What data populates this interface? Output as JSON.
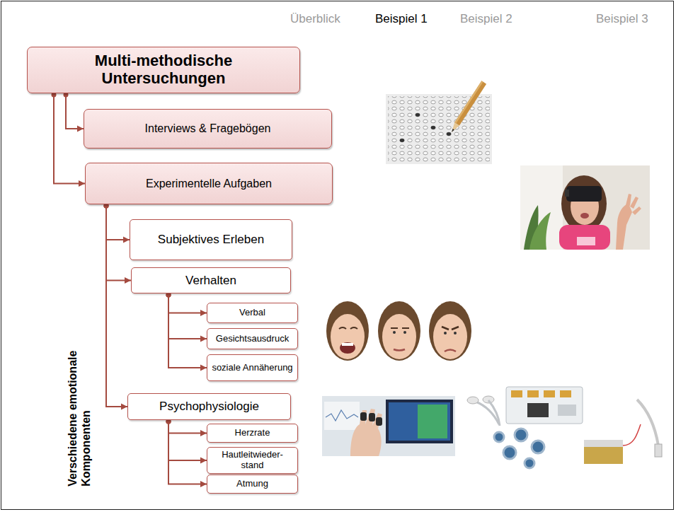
{
  "diagram": {
    "nodes": [
      {
        "text": [
          "Multi-methodische Untersuchungen"
        ]
      },
      {
        "text": [
          "Interviews & Fragebögen"
        ]
      },
      {
        "text": [
          "Experimentelle Aufgaben"
        ]
      },
      {
        "text": [
          "Subjektives Erleben"
        ]
      },
      {
        "text": [
          "Verhalten"
        ]
      },
      {
        "text": [
          "Verbal"
        ]
      },
      {
        "text": [
          "Gesichtsausdruck"
        ]
      },
      {
        "text": [
          "soziale Annäherung"
        ]
      },
      {
        "text": [
          "Psychophysiologie"
        ]
      },
      {
        "text": [
          "Herzrate"
        ]
      },
      {
        "text": [
          "Hautleitwieder- stand"
        ]
      },
      {
        "text": [
          "Atmung"
        ]
      }
    ],
    "edges": [
      {
        "from": 0,
        "to": 1,
        "arrow": "to"
      },
      {
        "from": 0,
        "to": 2,
        "arrow": "to"
      },
      {
        "from": 2,
        "to": 3,
        "arrow": "to"
      },
      {
        "from": 2,
        "to": 4,
        "arrow": "to"
      },
      {
        "from": 2,
        "to": 8,
        "arrow": "to"
      },
      {
        "from": 4,
        "to": 5,
        "arrow": "to"
      },
      {
        "from": 4,
        "to": 6,
        "arrow": "to"
      },
      {
        "from": 4,
        "to": 7,
        "arrow": "to"
      },
      {
        "from": 8,
        "to": 9,
        "arrow": "to"
      },
      {
        "from": 8,
        "to": 10,
        "arrow": "to"
      },
      {
        "from": 8,
        "to": 11,
        "arrow": "to"
      }
    ],
    "labels": [
      "Überblick",
      "Beispiel 1",
      "Beispiel 2",
      "Beispiel 3",
      "Verschiedene emotionale Komponenten"
    ]
  }
}
